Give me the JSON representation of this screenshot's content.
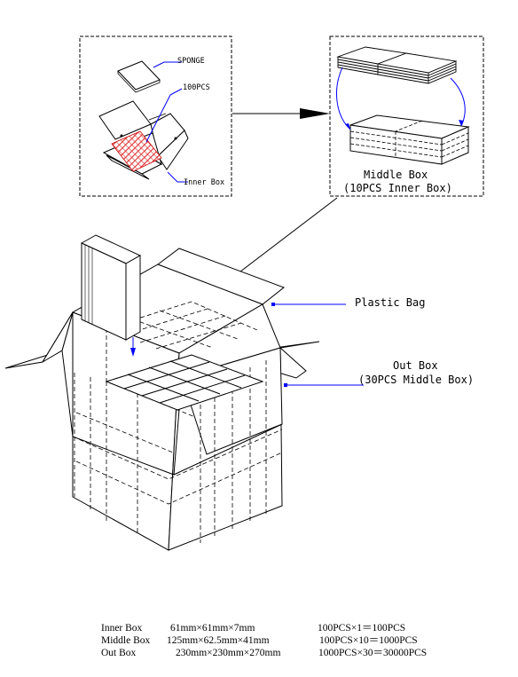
{
  "colors": {
    "line": "#000000",
    "accent": "#0000ff",
    "hatch": "#e03030"
  },
  "labels": {
    "sponge": "SPONGE",
    "pcs100": "100PCS",
    "inner_box": "Inner Box",
    "middle_box_line1": "Middle Box",
    "middle_box_line2": "(10PCS Inner Box)",
    "plastic_bag": "Plastic Bag",
    "out_box_line1": "Out Box",
    "out_box_line2": "(30PCS Middle Box)"
  },
  "specs": [
    {
      "name": "Inner Box",
      "size": "61mm×61mm×7mm",
      "qty": "100PCS×1＝100PCS"
    },
    {
      "name": "Middle Box",
      "size": "125mm×62.5mm×41mm",
      "qty": "100PCS×10＝1000PCS"
    },
    {
      "name": "Out Box",
      "size": "230mm×230mm×270mm",
      "qty": "1000PCS×30＝30000PCS"
    }
  ]
}
